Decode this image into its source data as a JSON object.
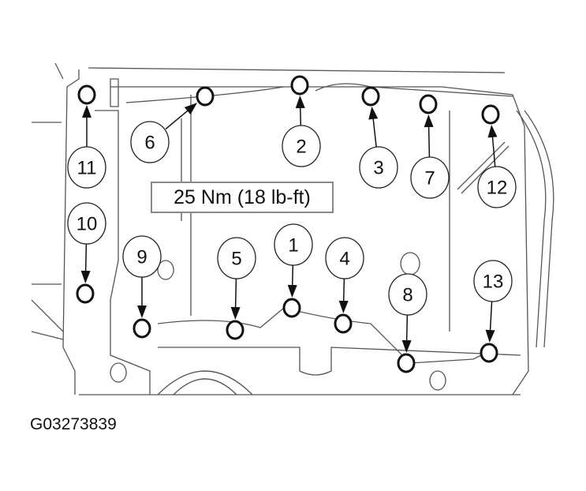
{
  "diagram": {
    "torque_label": "25 Nm (18 lb-ft)",
    "figure_id": "G03273839",
    "tightening_sequence": [
      "1",
      "2",
      "3",
      "4",
      "5",
      "6",
      "7",
      "8",
      "9",
      "10",
      "11",
      "12",
      "13"
    ],
    "line_color": "#000000",
    "background_color": "#ffffff"
  }
}
